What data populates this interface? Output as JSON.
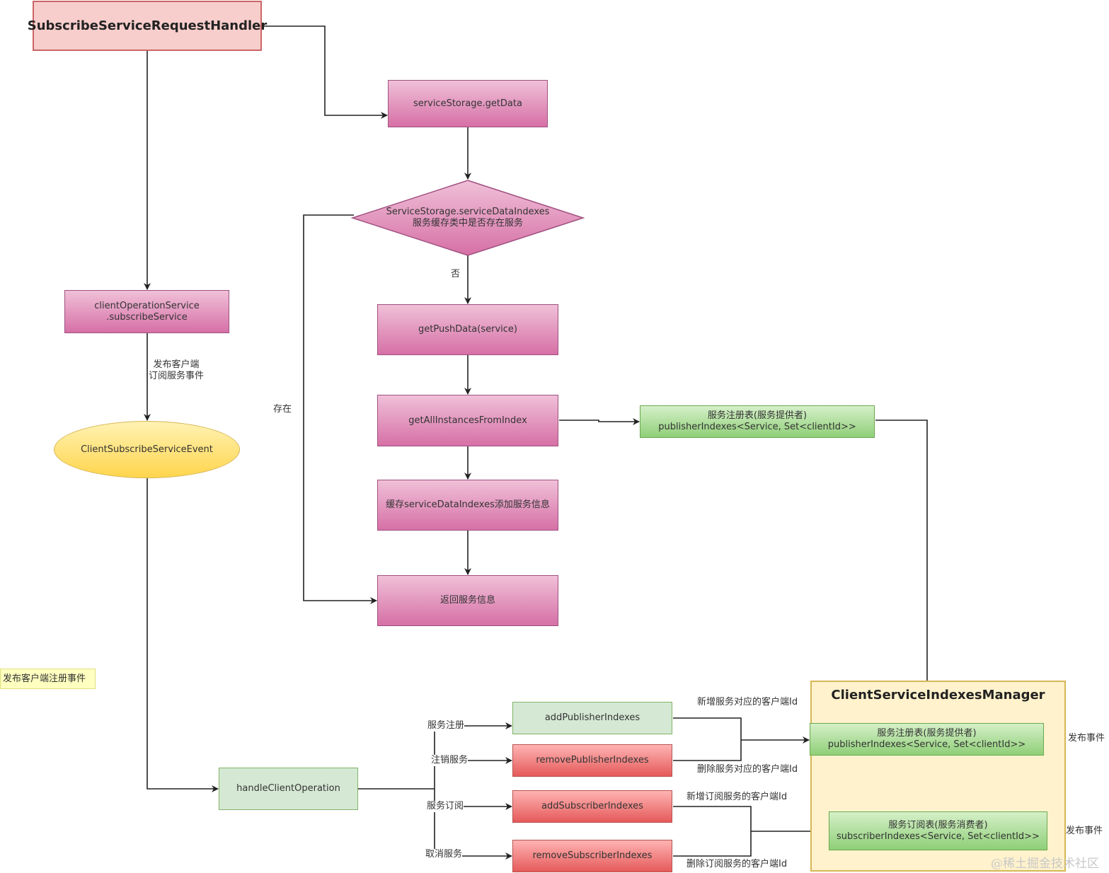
{
  "nodes": {
    "handler": "SubscribeServiceRequestHandler",
    "get_data": "serviceStorage.getData",
    "decision": "ServiceStorage.serviceDataIndexes\n服务缓存类中是否存在服务",
    "client_op": "clientOperationService\n.subscribeService",
    "push_data": "getPushData(service)",
    "all_instances": "getAllInstancesFromIndex",
    "publisher_table_top": "服务注册表(服务提供者)\npublisherIndexes<Service, Set<clientId>>",
    "event": "ClientSubscribeServiceEvent",
    "cache_add": "缓存serviceDataIndexes添加服务信息",
    "return_info": "返回服务信息",
    "handle_op": "handleClientOperation",
    "add_pub": "addPublisherIndexes",
    "remove_pub": "removePublisherIndexes",
    "add_sub": "addSubscriberIndexes",
    "remove_sub": "removeSubscriberIndexes",
    "manager_title": "ClientServiceIndexesManager",
    "publisher_table": "服务注册表(服务提供者)\npublisherIndexes<Service, Set<clientId>>",
    "subscriber_table": "服务订阅表(服务消费者)\nsubscriberIndexes<Service, Set<clientId>>"
  },
  "labels": {
    "no": "否",
    "exists": "存在",
    "publish_subscribe_event": "发布客户端\n订阅服务事件",
    "publish_register_event": "发布客户端注册事件",
    "service_register": "服务注册",
    "cancel_service": "注销服务",
    "service_subscribe": "服务订阅",
    "unsubscribe": "取消服务",
    "add_service_client": "新增服务对应的客户端Id",
    "delete_service_client": "删除服务对应的客户端Id",
    "add_subscribe_client": "新增订阅服务的客户端Id",
    "delete_subscribe_client": "删除订阅服务的客户端Id",
    "publish_event_1": "发布事件",
    "publish_event_2": "发布事件"
  },
  "watermark": "@稀土掘金技术社区"
}
